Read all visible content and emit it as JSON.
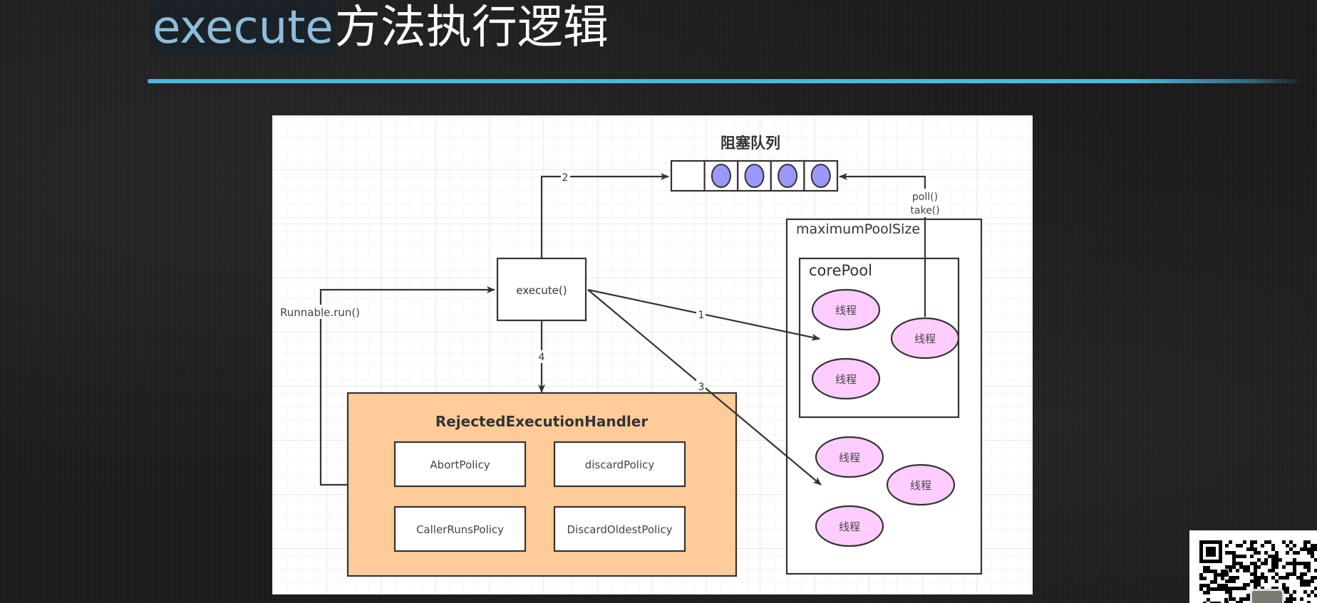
{
  "title": {
    "keyword": "execute",
    "rest": "方法执行逻辑"
  },
  "colors": {
    "title_keyword": "#8fbcd8",
    "underline": "#4ab8e0",
    "queue_item": "#9999ff",
    "thread": "#ffccff",
    "handler_fill": "#ffcc99",
    "stroke": "#333333"
  },
  "diagram": {
    "queue": {
      "label": "阻塞队列",
      "cells": 5,
      "filled_cells": 4
    },
    "execute_box": {
      "label": "execute()"
    },
    "arrows": {
      "step1": "1",
      "step2": "2",
      "step3": "3",
      "step4": "4",
      "runnable": "Runnable.run()",
      "poll": "poll()",
      "take": "take()"
    },
    "max_pool": {
      "label": "maximumPoolSize"
    },
    "core_pool": {
      "label": "corePool"
    },
    "threads": {
      "core": [
        "线程",
        "线程",
        "线程"
      ],
      "extra": [
        "线程",
        "线程",
        "线程"
      ]
    },
    "handler": {
      "title": "RejectedExecutionHandler",
      "policies": [
        "AbortPolicy",
        "discardPolicy",
        "CallerRunsPolicy",
        "DiscardOldestPolicy"
      ]
    }
  },
  "qr_code": {
    "icon": "qr-code-icon"
  }
}
